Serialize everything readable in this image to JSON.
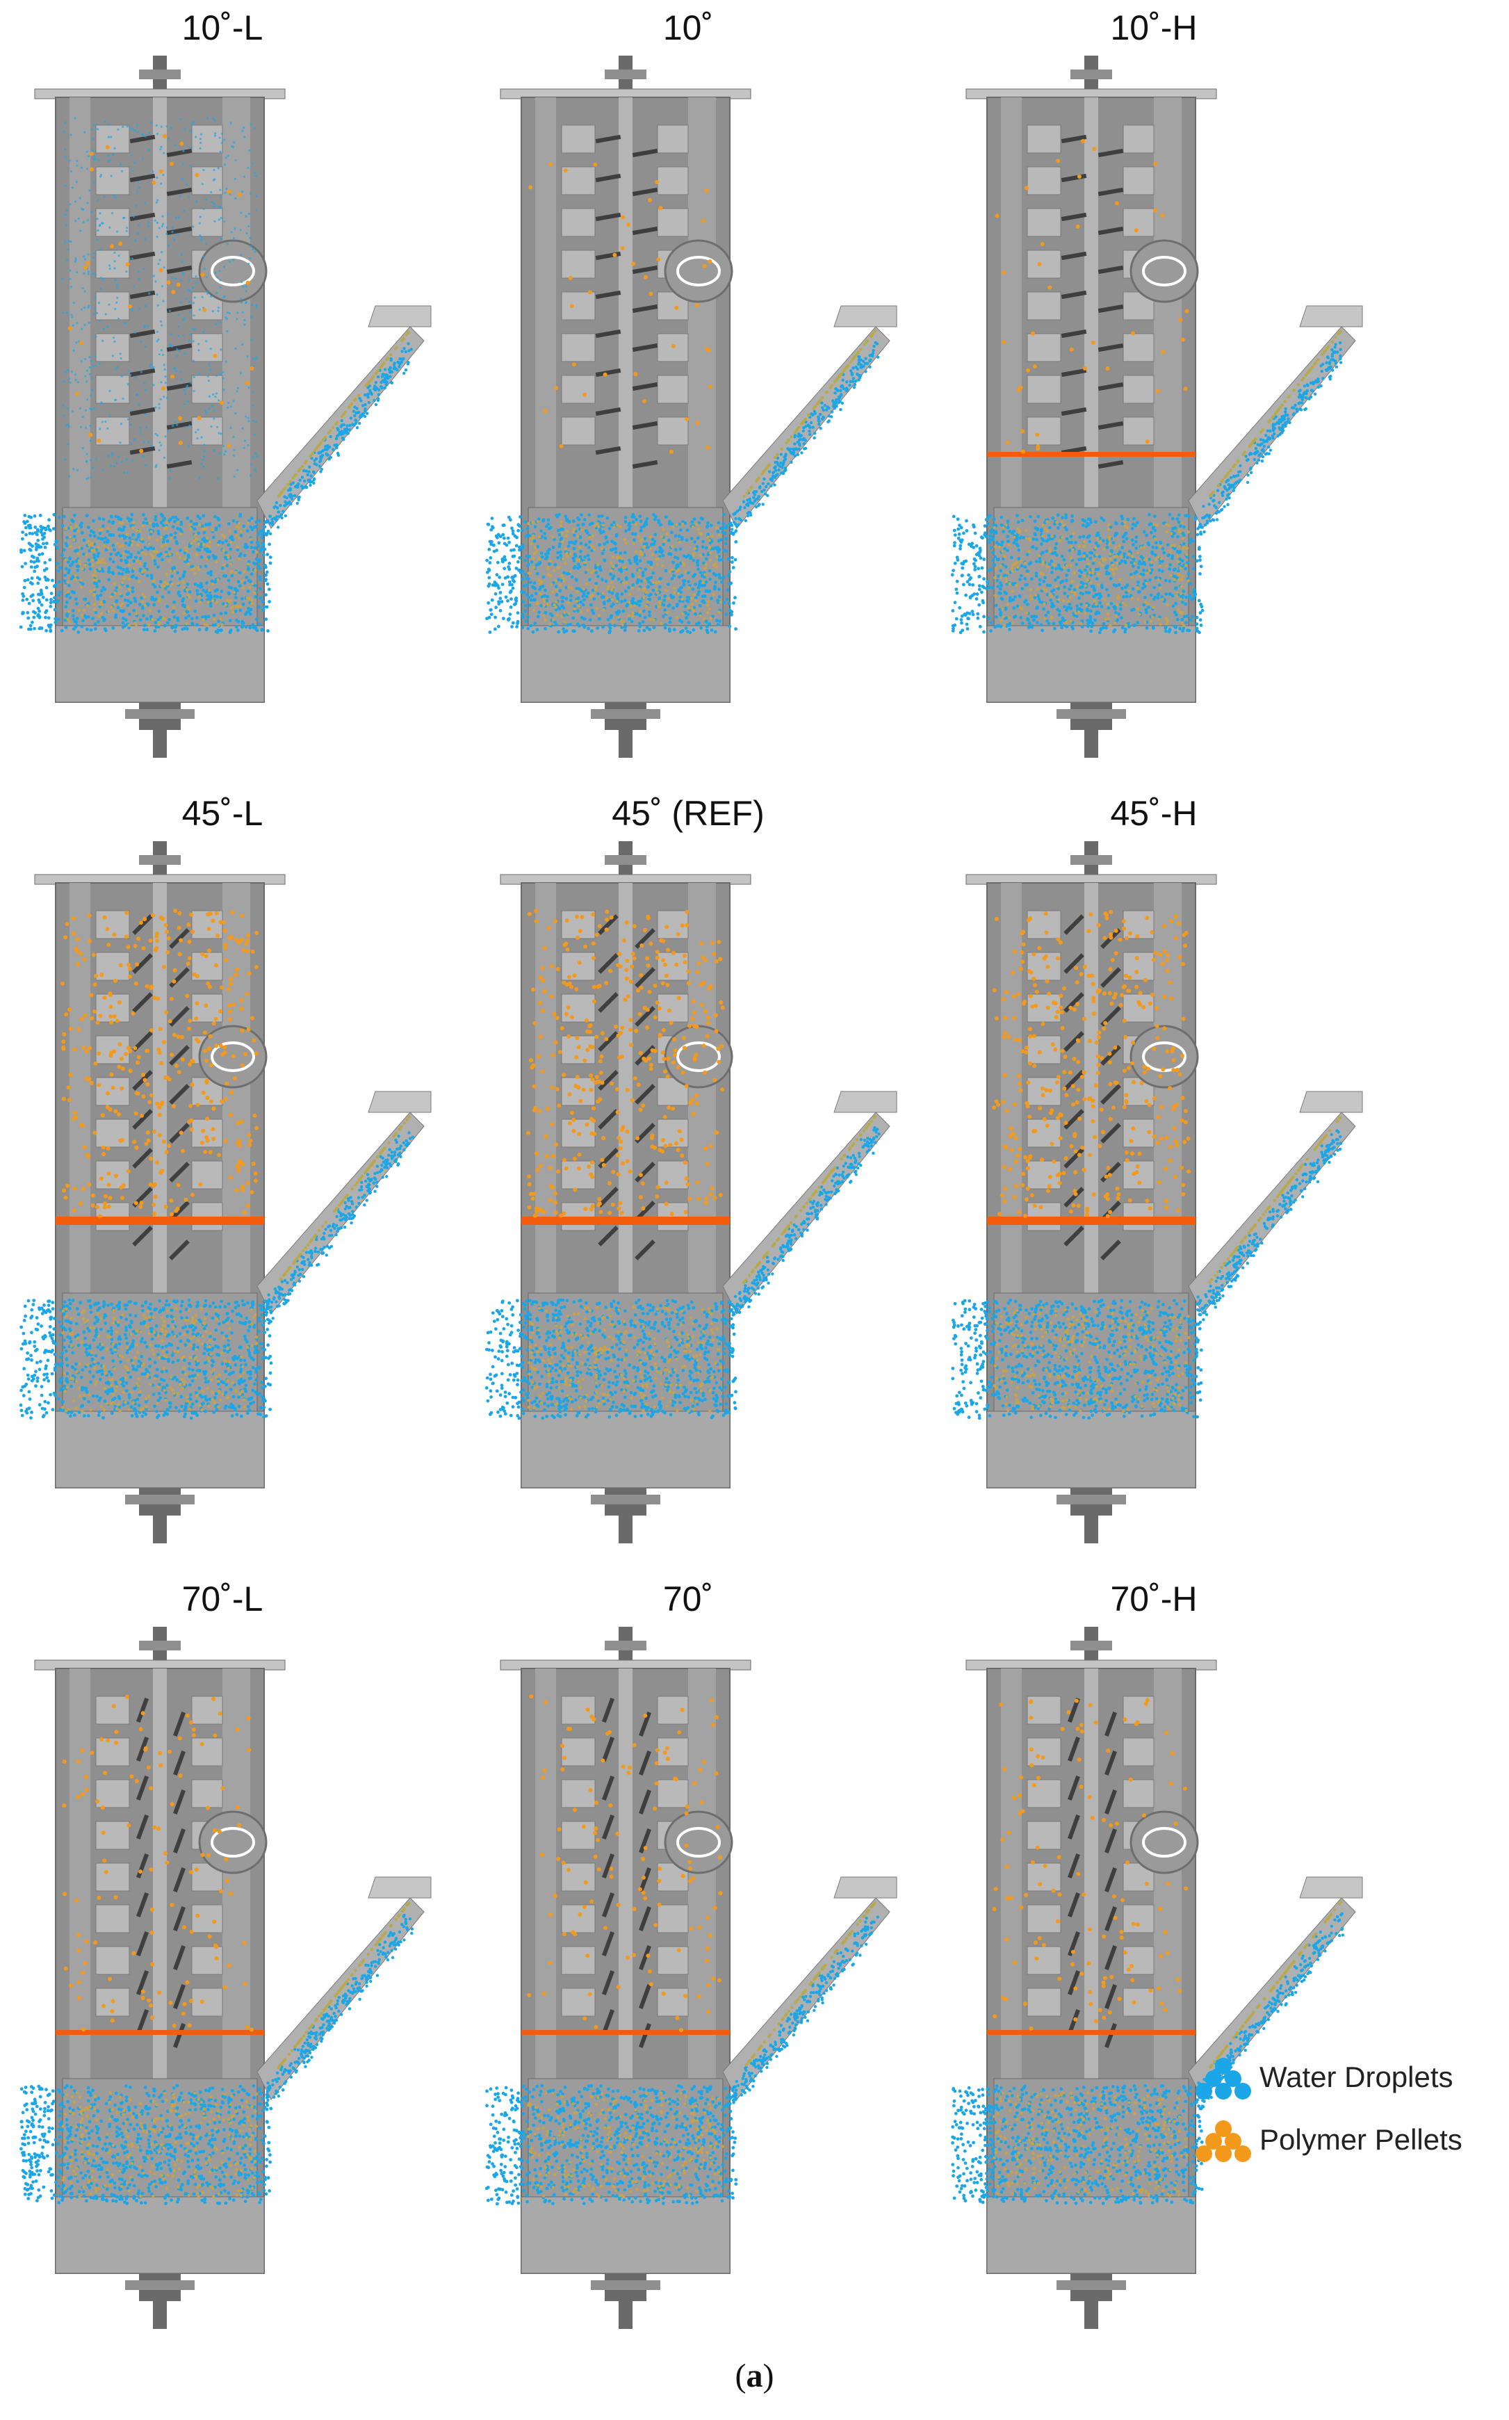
{
  "figure": {
    "caption_label": "a",
    "panels": [
      {
        "title": "10˚-L",
        "angle": 10,
        "variant": "L"
      },
      {
        "title": "10˚",
        "angle": 10,
        "variant": ""
      },
      {
        "title": "10˚-H",
        "angle": 10,
        "variant": "H"
      },
      {
        "title": "45˚-L",
        "angle": 45,
        "variant": "L"
      },
      {
        "title": "45˚ (REF)",
        "angle": 45,
        "variant": "REF"
      },
      {
        "title": "45˚-H",
        "angle": 45,
        "variant": "H"
      },
      {
        "title": "70˚-L",
        "angle": 70,
        "variant": "L"
      },
      {
        "title": "70˚",
        "angle": 70,
        "variant": ""
      },
      {
        "title": "70˚-H",
        "angle": 70,
        "variant": "H"
      }
    ],
    "legend": [
      {
        "label": "Water Droplets",
        "color": "#1ba6e8",
        "icon": "water-droplet-cluster-icon"
      },
      {
        "label": "Polymer Pellets",
        "color": "#f39a1c",
        "icon": "polymer-pellet-cluster-icon"
      }
    ]
  },
  "colors": {
    "housing": "#8f8f8f",
    "housing_dark": "#6a6a6a",
    "housing_light": "#c4c4c4",
    "water": "#1ba6e8",
    "pellets": "#f39a1c",
    "pellet_band": "#f25c0c"
  }
}
